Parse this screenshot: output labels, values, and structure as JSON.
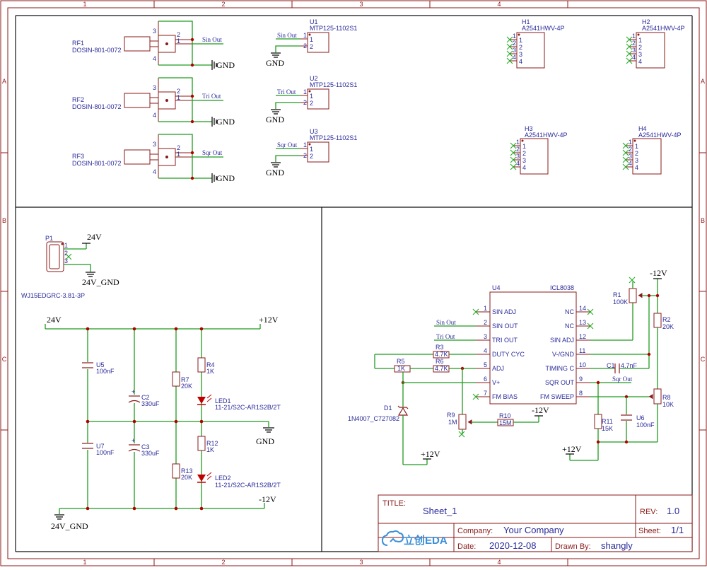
{
  "frame": {
    "col_labels": [
      "1",
      "2",
      "3",
      "4"
    ],
    "row_labels": [
      "A",
      "B",
      "C"
    ]
  },
  "connectors": [
    {
      "ref": "RF1",
      "part": "DOSIN-801-0072",
      "net": "Sin Out",
      "gnd": "GND"
    },
    {
      "ref": "RF2",
      "part": "DOSIN-801-0072",
      "net": "Tri Out",
      "gnd": "GND"
    },
    {
      "ref": "RF3",
      "part": "DOSIN-801-0072",
      "net": "Sqr Out",
      "gnd": "GND"
    }
  ],
  "headers": [
    {
      "ref": "U1",
      "part": "MTP125-1102S1",
      "net": "Sin Out",
      "gnd": "GND"
    },
    {
      "ref": "U2",
      "part": "MTP125-1102S1",
      "net": "Tri Out",
      "gnd": "GND"
    },
    {
      "ref": "U3",
      "part": "MTP125-1102S1",
      "net": "Sqr Out",
      "gnd": "GND"
    }
  ],
  "holes": [
    {
      "ref": "H1",
      "part": "A2541HWV-4P"
    },
    {
      "ref": "H2",
      "part": "A2541HWV-4P"
    },
    {
      "ref": "H3",
      "part": "A2541HWV-4P"
    },
    {
      "ref": "H4",
      "part": "A2541HWV-4P"
    }
  ],
  "power_input": {
    "ref": "P1",
    "part": "WJ15EDGRC-3.81-3P",
    "net_top": "24V",
    "net_bottom": "24V_GND"
  },
  "power": {
    "v24": "24V",
    "p12": "+12V",
    "gnd": "GND",
    "n12": "-12V",
    "gnd24": "24V_GND",
    "parts": [
      {
        "ref": "U5",
        "value": "100nF"
      },
      {
        "ref": "U7",
        "value": "100nF"
      },
      {
        "ref": "C2",
        "value": "330uF"
      },
      {
        "ref": "C3",
        "value": "330uF"
      },
      {
        "ref": "R7",
        "value": "20K"
      },
      {
        "ref": "R13",
        "value": "20K"
      },
      {
        "ref": "R4",
        "value": "1K"
      },
      {
        "ref": "R12",
        "value": "1K"
      },
      {
        "ref": "LED1",
        "value": "11-21/S2C-AR1S2B/2T"
      },
      {
        "ref": "LED2",
        "value": "11-21/S2C-AR1S2B/2T"
      }
    ]
  },
  "generator": {
    "ic_ref": "U4",
    "ic_part": "ICL8038",
    "left_pins": [
      {
        "num": "1",
        "name": "SIN ADJ"
      },
      {
        "num": "2",
        "name": "SIN OUT"
      },
      {
        "num": "3",
        "name": "TRI OUT"
      },
      {
        "num": "4",
        "name": "DUTY CYC"
      },
      {
        "num": "5",
        "name": "ADJ"
      },
      {
        "num": "6",
        "name": "V+"
      },
      {
        "num": "7",
        "name": "FM BIAS"
      }
    ],
    "right_pins": [
      {
        "num": "14",
        "name": "NC"
      },
      {
        "num": "13",
        "name": "NC"
      },
      {
        "num": "12",
        "name": "SIN ADJ"
      },
      {
        "num": "11",
        "name": "V-/GND"
      },
      {
        "num": "10",
        "name": "TIMING C"
      },
      {
        "num": "9",
        "name": "SQR OUT"
      },
      {
        "num": "8",
        "name": "FM SWEEP"
      }
    ],
    "nets": {
      "sin": "Sin Out",
      "tri": "Tri Out",
      "sqr": "Sqr Out",
      "n12": "-12V",
      "p12a": "+12V",
      "p12b": "+12V",
      "n12b": "-12V"
    },
    "parts": {
      "r1": {
        "ref": "R1",
        "value": "100K"
      },
      "r2": {
        "ref": "R2",
        "value": "20K"
      },
      "r3": {
        "ref": "R3",
        "value": "4.7K"
      },
      "r5": {
        "ref": "R5",
        "value": "1K"
      },
      "r6": {
        "ref": "R6",
        "value": "4.7K"
      },
      "c1": {
        "ref": "C1",
        "value": "4.7nF"
      },
      "d1": {
        "ref": "D1",
        "value": "1N4007_C727082"
      },
      "r8": {
        "ref": "R8",
        "value": "10K"
      },
      "r9": {
        "ref": "R9",
        "value": "1M"
      },
      "r10": {
        "ref": "R10",
        "value": "15M"
      },
      "r11": {
        "ref": "R11",
        "value": "15K"
      },
      "u6": {
        "ref": "U6",
        "value": "100nF"
      }
    }
  },
  "title_block": {
    "title_label": "TITLE:",
    "title": "Sheet_1",
    "rev_label": "REV:",
    "rev": "1.0",
    "company_label": "Company:",
    "company": "Your Company",
    "sheet_label": "Sheet:",
    "sheet": "1/1",
    "date_label": "Date:",
    "date": "2020-12-08",
    "drawn_label": "Drawn By:",
    "drawn": "shangly",
    "logo_text": "立创EDA"
  }
}
